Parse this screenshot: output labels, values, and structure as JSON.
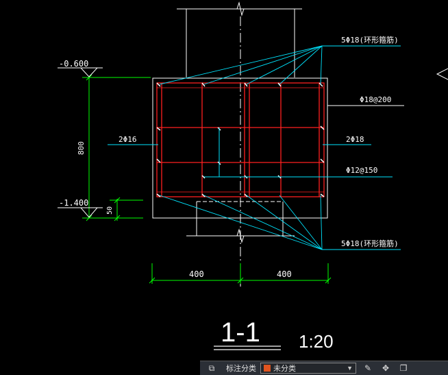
{
  "drawing": {
    "section_title": "1-1",
    "scale": "1:20",
    "elev_top": "-0.600",
    "elev_bottom": "-1.400",
    "dim_height": "800",
    "dim_cover": "50",
    "dim_left": "400",
    "dim_right": "400",
    "label_top_bars": "5Φ18(环形箍筋)",
    "label_stirrup": "Φ18@200",
    "label_left_side": "2Φ16",
    "label_right_side": "2Φ18",
    "label_tie": "Φ12@150",
    "label_bottom_bars": "5Φ18(环形箍筋)"
  },
  "colors": {
    "background": "#000000",
    "outline": "#ffffff",
    "rebar": "#ff2020",
    "leader": "#00e5ff",
    "dimension": "#00ff00"
  },
  "toolbar": {
    "label": "标注分类",
    "select_value": "未分类"
  }
}
